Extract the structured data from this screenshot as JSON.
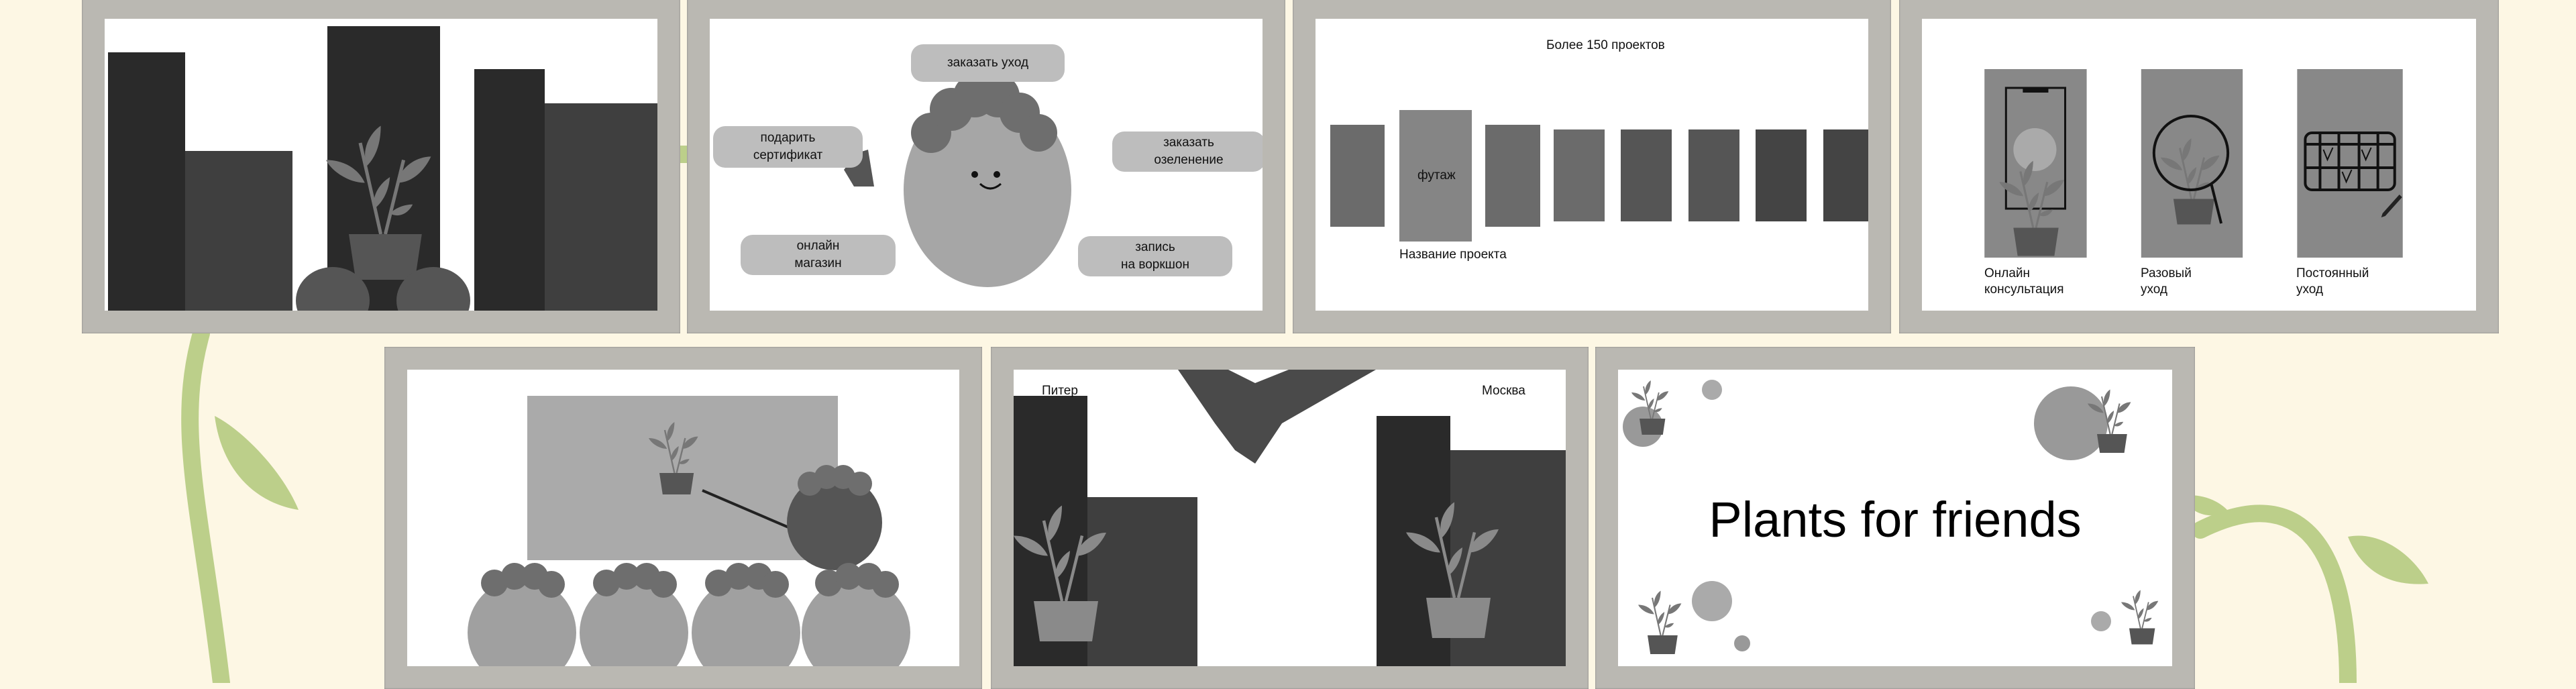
{
  "colors": {
    "background": "#fdf7e4",
    "vine": "#bccf8a",
    "frame": "#bab8b2"
  },
  "slide_services": {
    "order_care": "заказать уход",
    "gift_certificate": "подарить\nсертификат",
    "order_greening": "заказать\nозеленение",
    "online_shop": "онлайн\nмагазин",
    "workshop": "запись\nна воркшон"
  },
  "slide_projects": {
    "title": "Более 150 проектов",
    "footage": "футаж",
    "project_name": "Название проекта"
  },
  "slide_care": {
    "items": [
      {
        "label": "Онлайн\nконсультация"
      },
      {
        "label": "Разовый\nуход"
      },
      {
        "label": "Постоянный\nуход"
      }
    ]
  },
  "slide_cities": {
    "left": "Питер",
    "right": "Москва"
  },
  "slide_title": {
    "title": "Plants for friends"
  }
}
